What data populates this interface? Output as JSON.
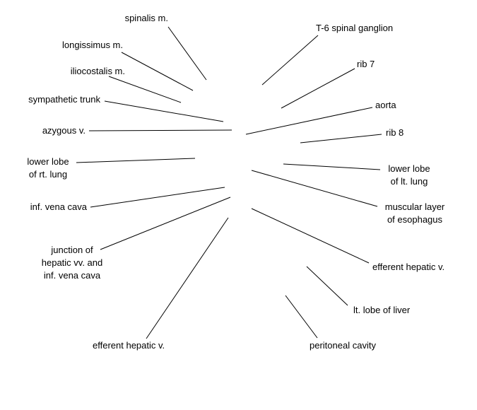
{
  "diagram": {
    "line_color": "#000000",
    "labels": {
      "spinalis": [
        "spinalis m."
      ],
      "longissimus": [
        "longissimus m."
      ],
      "iliocostalis": [
        "iliocostalis m."
      ],
      "sympathetic_trunk": [
        "sympathetic trunk"
      ],
      "azygous": [
        "azygous v."
      ],
      "lower_lobe_rt": [
        "lower lobe",
        "of rt. lung"
      ],
      "inf_vena_cava": [
        "inf. vena cava"
      ],
      "junction": [
        "junction of",
        "hepatic vv. and",
        "inf. vena cava"
      ],
      "efferent_hepatic_left": [
        "efferent hepatic v."
      ],
      "t6_ganglion": [
        "T-6 spinal ganglion"
      ],
      "rib7": [
        "rib 7"
      ],
      "aorta": [
        "aorta"
      ],
      "rib8": [
        "rib 8"
      ],
      "lower_lobe_lt": [
        "lower lobe",
        "of lt. lung"
      ],
      "muscular_layer": [
        "muscular layer",
        "of esophagus"
      ],
      "efferent_hepatic_right": [
        "efferent hepatic v."
      ],
      "lt_lobe_liver": [
        "lt. lobe of liver"
      ],
      "peritoneal_cavity": [
        "peritoneal cavity"
      ]
    }
  }
}
